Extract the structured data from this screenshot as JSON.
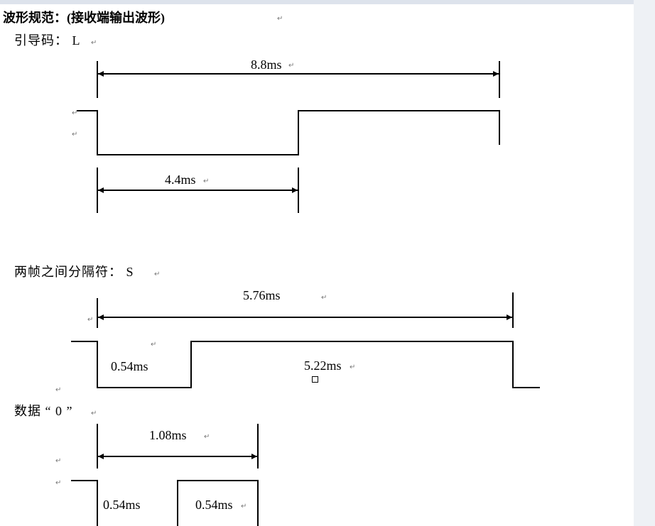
{
  "title": "波形规范：(接收端输出波形)",
  "pilcrow": "↵",
  "sections": {
    "leader": {
      "heading": "引导码：  L",
      "total": "8.8ms",
      "low": "4.4ms"
    },
    "separator": {
      "heading": "两帧之间分隔符：  S",
      "total": "5.76ms",
      "low": "0.54ms",
      "high": "5.22ms"
    },
    "data0": {
      "heading": "数据 “ 0 ”",
      "total": "1.08ms",
      "low": "0.54ms",
      "high": "0.54ms"
    }
  },
  "colors": {
    "line": "#000000",
    "pilcrow": "#777777"
  }
}
